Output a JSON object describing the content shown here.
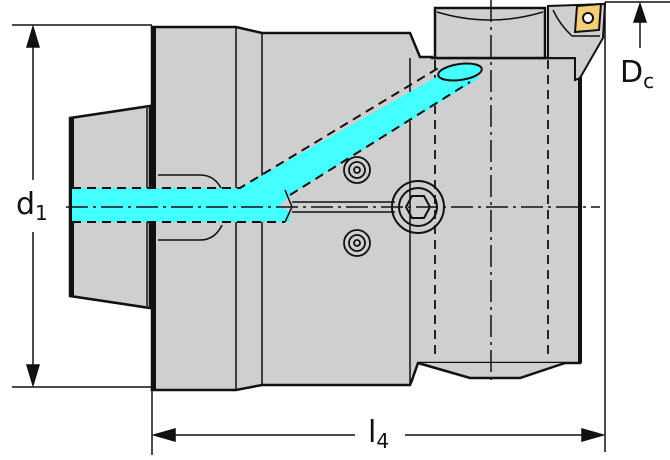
{
  "diagram": {
    "title": "Boring head / tool holder side view with internal coolant channel",
    "colors": {
      "body": "#cfcfcf",
      "outline": "#111111",
      "coolant": "#44ffff",
      "insert": "#f4cf7a",
      "background": "#ffffff"
    },
    "dimensions": {
      "d1": {
        "main": "d",
        "sub": "1",
        "label": "d1"
      },
      "Dc": {
        "main": "D",
        "sub": "c",
        "label": "Dc"
      },
      "l4": {
        "main": "l",
        "sub": "4",
        "label": "l4"
      }
    },
    "components": [
      "shank",
      "body",
      "coolant-channel",
      "clamp-screw",
      "torx-screw-upper",
      "torx-screw-lower",
      "slide-block",
      "insert-seat",
      "cutting-insert"
    ]
  }
}
